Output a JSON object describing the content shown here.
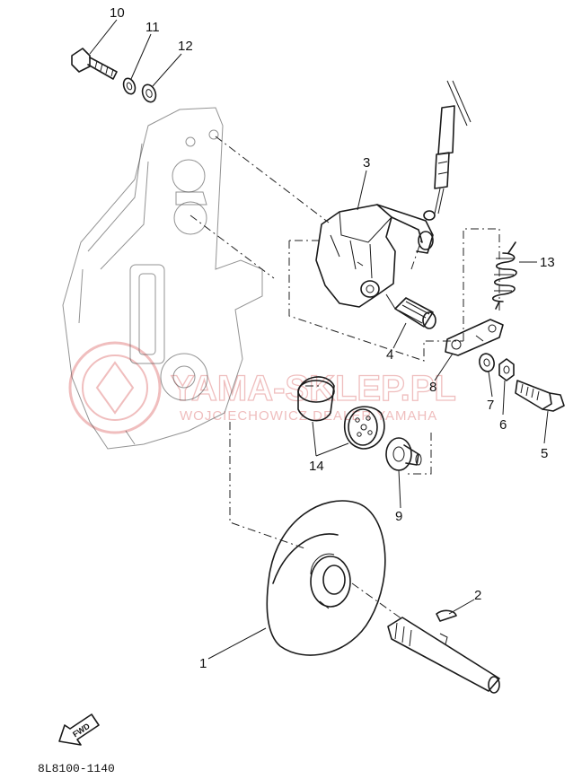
{
  "callouts": [
    "10",
    "11",
    "12",
    "3",
    "13",
    "4",
    "8",
    "7",
    "6",
    "5",
    "14",
    "9",
    "2",
    "1"
  ],
  "fwd_label": "FWD",
  "part_code": "8L8100-1140",
  "watermark": {
    "brand": "YAMA-SKLEP.PL",
    "tagline": "WOJCIECHOWICZ DEALER YAMAHA"
  },
  "colors": {
    "ink": "#1a1a1a",
    "watermark": "#e9a3a3",
    "background": "#ffffff"
  }
}
